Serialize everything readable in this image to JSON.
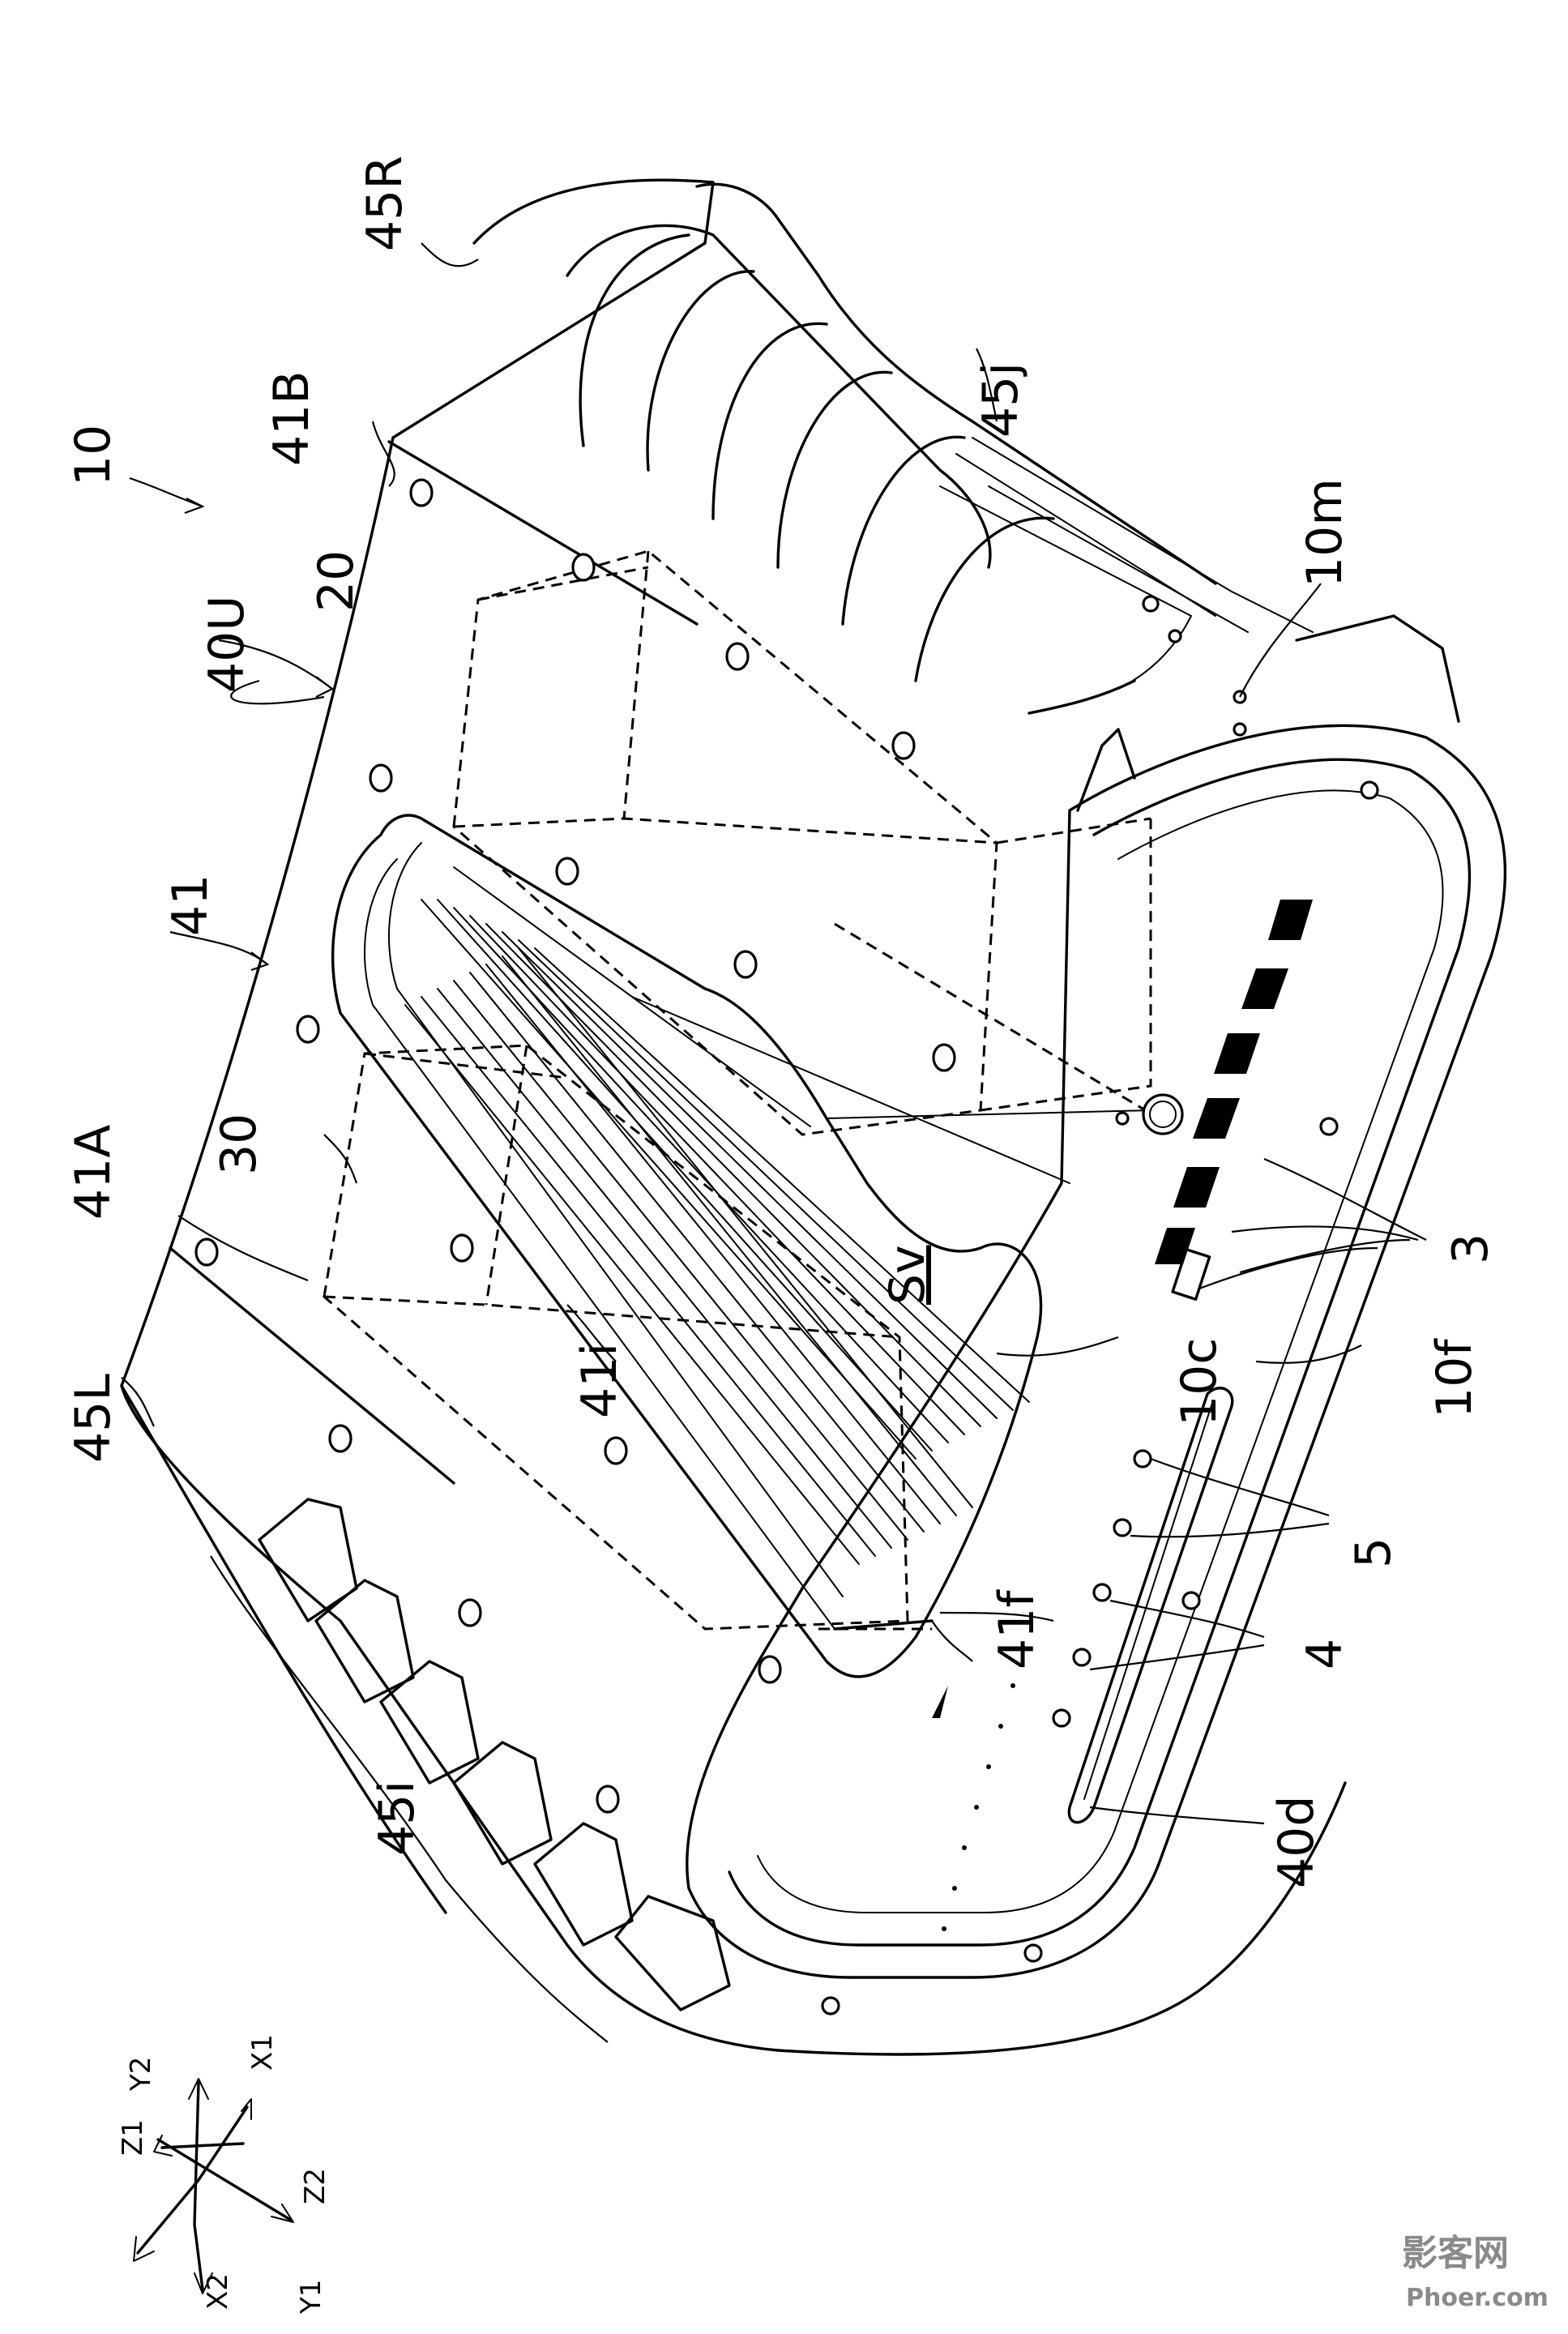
{
  "figure": {
    "reference_labels": {
      "device": "10",
      "upper_cover": "40U",
      "top_plate": "41",
      "top_plate_right": "41B",
      "top_plate_left": "41A",
      "right_side": "45R",
      "left_side": "45L",
      "component_20": "20",
      "component_30": "30",
      "right_vent": "45j",
      "left_vent": "45i",
      "rear_corner": "10m",
      "front_surface": "10f",
      "front_recess": "10c",
      "inner_wall": "41i",
      "inner_floor": "41f",
      "space": "Sv",
      "ports_3": "3",
      "ports_4": "4",
      "ports_5": "5",
      "slot": "40d"
    },
    "axes": {
      "x1": "X1",
      "x2": "X2",
      "y1": "Y1",
      "y2": "Y2",
      "z1": "Z1",
      "z2": "Z2"
    }
  },
  "watermark": {
    "cn": "影客网",
    "en": "Phoer.com"
  }
}
